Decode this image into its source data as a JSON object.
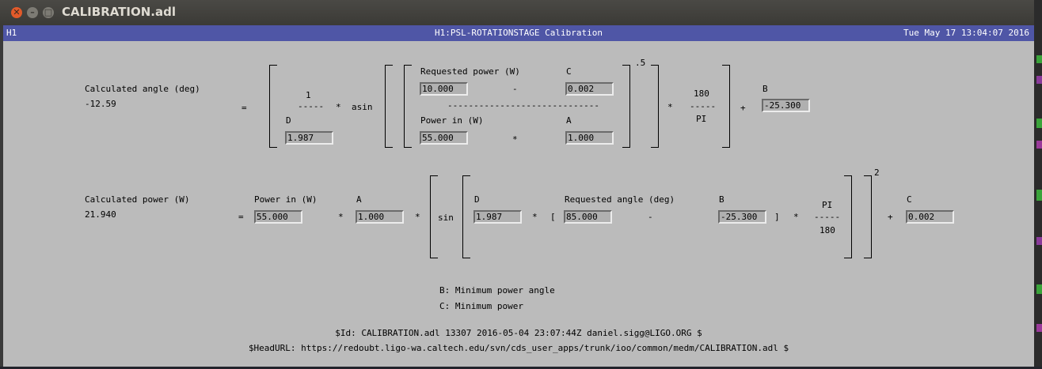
{
  "window": {
    "title": "CALIBRATION.adl"
  },
  "header": {
    "left": "H1",
    "center": "H1:PSL-ROTATIONSTAGE Calibration",
    "right": "Tue May 17 13:04:07 2016"
  },
  "angle": {
    "label": "Calculated angle (deg)",
    "value": "-12.59",
    "numerator_one": "1",
    "frac_line_short": "-----",
    "d_label": "D",
    "d_value": "1.987",
    "times": "*",
    "asin": "asin",
    "req_power_label": "Requested power (W)",
    "req_power_value": "10.000",
    "minus": "-",
    "c_label": "C",
    "c_value": "0.002",
    "division_line": "-----------------------------",
    "power_in_label": "Power in (W)",
    "power_in_value": "55.000",
    "a_label": "A",
    "a_value": "1.000",
    "exponent": ".5",
    "num180": "180",
    "pi": "PI",
    "plus": "+",
    "b_label": "B",
    "b_value": "-25.300",
    "equals": "="
  },
  "power": {
    "label": "Calculated power (W)",
    "value": "21.940",
    "equals": "=",
    "power_in_label": "Power in (W)",
    "power_in_value": "55.000",
    "a_label": "A",
    "a_value": "1.000",
    "sin": "sin",
    "d_label": "D",
    "d_value": "1.987",
    "open_bracket": "[",
    "req_angle_label": "Requested angle (deg)",
    "req_angle_value": "85.000",
    "minus": "-",
    "b_label": "B",
    "b_value": "-25.300",
    "close_bracket": "]",
    "pi": "PI",
    "frac_line": "-----",
    "num180": "180",
    "exponent": "2",
    "plus": "+",
    "c_label": "C",
    "c_value": "0.002"
  },
  "notes": {
    "b_note": "B: Minimum power angle",
    "c_note": "C: Minimum power",
    "id": "$Id: CALIBRATION.adl 13307 2016-05-04 23:07:44Z daniel.sigg@LIGO.ORG $",
    "headurl": "$HeadURL: https://redoubt.ligo-wa.caltech.edu/svn/cds_user_apps/trunk/ioo/common/medm/CALIBRATION.adl $"
  }
}
